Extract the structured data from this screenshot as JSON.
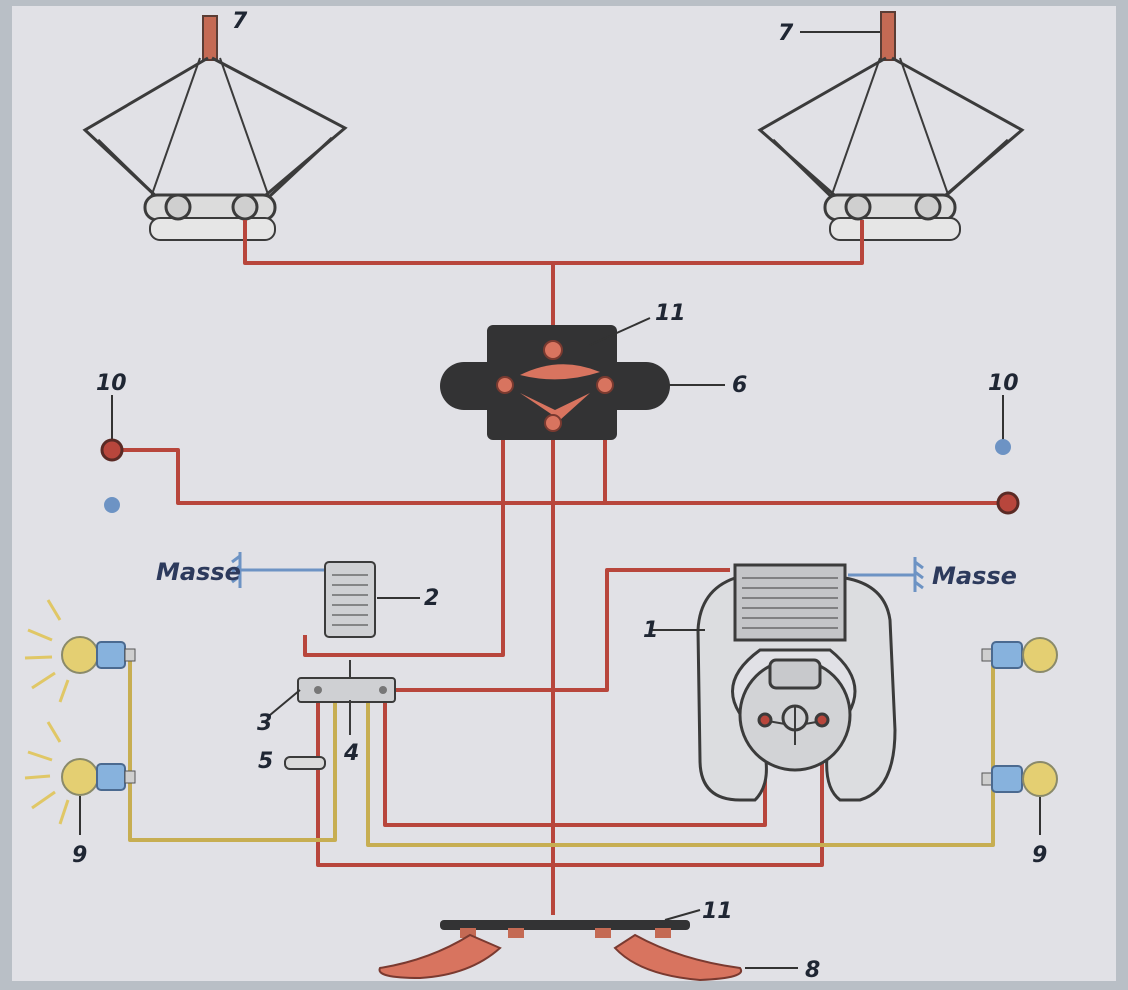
{
  "diagram": {
    "labels": {
      "headlight_left": "7",
      "headlight_right": "7",
      "switch_module_top": "11",
      "switch_module": "6",
      "indicator_left": "10",
      "indicator_right": "10",
      "masse_left": "Masse",
      "masse_right": "Masse",
      "relay": "2",
      "generator": "1",
      "terminal_block": "3",
      "terminal_4": "4",
      "terminal_5": "5",
      "lamp_left": "9",
      "lamp_right": "9",
      "switch_bottom": "11",
      "pedal": "8"
    },
    "colors": {
      "wire_red": "#b8463c",
      "wire_yellow": "#c7ae52",
      "wire_blue": "#6d93c4",
      "component_dark": "#333334",
      "component_orange": "#d8745f",
      "lamp_yellow": "#e4cf72",
      "lamp_blue": "#87b2dd",
      "paper": "#e2e2e6"
    }
  }
}
